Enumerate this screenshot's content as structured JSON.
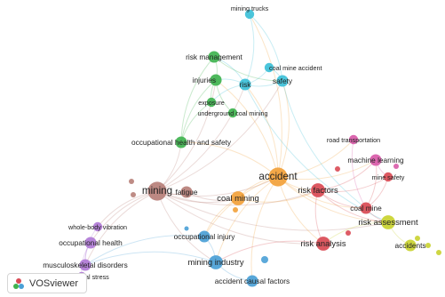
{
  "app": {
    "name": "VOSviewer"
  },
  "clusters": {
    "red": "#d94a54",
    "green": "#3fb34f",
    "blue": "#4aa0d6",
    "yellow": "#c9d22f",
    "purple": "#b07ad6",
    "cyan": "#3cc0d8",
    "orange": "#f2a13a",
    "brown": "#b77f78",
    "pink": "#d85aa8"
  },
  "nodes": [
    {
      "id": "mining-trucks",
      "label": "mining trucks",
      "cluster": "cyan",
      "weight": 2
    },
    {
      "id": "risk-management",
      "label": "risk management",
      "cluster": "green",
      "weight": 3
    },
    {
      "id": "coal-mine-accident",
      "label": "coal  mine accident",
      "cluster": "cyan",
      "weight": 2
    },
    {
      "id": "injuries",
      "label": "injuries",
      "cluster": "green",
      "weight": 3
    },
    {
      "id": "risk",
      "label": "risk",
      "cluster": "cyan",
      "weight": 3
    },
    {
      "id": "safety",
      "label": "safety",
      "cluster": "cyan",
      "weight": 3
    },
    {
      "id": "exposure",
      "label": "exposure",
      "cluster": "green",
      "weight": 2
    },
    {
      "id": "underground-coal-mining",
      "label": "underground coal mining",
      "cluster": "green",
      "weight": 2
    },
    {
      "id": "occupational-health-and-safety",
      "label": "occupational health and safety",
      "cluster": "green",
      "weight": 3
    },
    {
      "id": "road-transportation",
      "label": "road transportation",
      "cluster": "pink",
      "weight": 2
    },
    {
      "id": "accident",
      "label": "accident",
      "cluster": "orange",
      "weight": 6
    },
    {
      "id": "machine-learning",
      "label": "machine learning",
      "cluster": "pink",
      "weight": 3
    },
    {
      "id": "mine-safety",
      "label": "mine safety",
      "cluster": "red",
      "weight": 2
    },
    {
      "id": "mining",
      "label": "mining",
      "cluster": "brown",
      "weight": 6
    },
    {
      "id": "fatigue",
      "label": "fatigue",
      "cluster": "brown",
      "weight": 3
    },
    {
      "id": "coal-mining",
      "label": "coal mining",
      "cluster": "orange",
      "weight": 4
    },
    {
      "id": "risk-factors",
      "label": "risk factors",
      "cluster": "red",
      "weight": 4
    },
    {
      "id": "coal-mine",
      "label": "coal mine",
      "cluster": "red",
      "weight": 3
    },
    {
      "id": "risk-assessment",
      "label": "risk assessment",
      "cluster": "yellow",
      "weight": 4
    },
    {
      "id": "whole-body-vibration",
      "label": "whole-body vibration",
      "cluster": "purple",
      "weight": 2
    },
    {
      "id": "occupational-injury",
      "label": "occupational injury",
      "cluster": "blue",
      "weight": 3
    },
    {
      "id": "occupational-health",
      "label": "occupational health",
      "cluster": "purple",
      "weight": 3
    },
    {
      "id": "risk-analysis",
      "label": "risk analysis",
      "cluster": "red",
      "weight": 4
    },
    {
      "id": "accidents",
      "label": "accidents",
      "cluster": "yellow",
      "weight": 3
    },
    {
      "id": "musculoskeletal-disorders",
      "label": "musculoskeletal disorders",
      "cluster": "purple",
      "weight": 3
    },
    {
      "id": "mining-industry",
      "label": "mining industry",
      "cluster": "blue",
      "weight": 4
    },
    {
      "id": "occupational-stress",
      "label": "occupational stress",
      "cluster": "purple",
      "weight": 2
    },
    {
      "id": "accident-causal-factors",
      "label": "accident causal factors",
      "cluster": "blue",
      "weight": 3
    }
  ],
  "edges": [
    [
      "mining",
      "accident"
    ],
    [
      "mining",
      "coal-mining"
    ],
    [
      "mining",
      "risk-factors"
    ],
    [
      "mining",
      "occupational-health-and-safety"
    ],
    [
      "mining",
      "injuries"
    ],
    [
      "mining",
      "whole-body-vibration"
    ],
    [
      "mining",
      "mining-industry"
    ],
    [
      "mining",
      "occupational-health"
    ],
    [
      "mining",
      "risk"
    ],
    [
      "mining",
      "risk-assessment"
    ],
    [
      "mining",
      "safety"
    ],
    [
      "mining",
      "musculoskeletal-disorders"
    ],
    [
      "accident",
      "coal-mining"
    ],
    [
      "accident",
      "risk-factors"
    ],
    [
      "accident",
      "risk"
    ],
    [
      "accident",
      "safety"
    ],
    [
      "accident",
      "coal-mine"
    ],
    [
      "accident",
      "risk-assessment"
    ],
    [
      "accident",
      "occupational-health-and-safety"
    ],
    [
      "accident",
      "mining-industry"
    ],
    [
      "accident",
      "accident-causal-factors"
    ],
    [
      "accident",
      "road-transportation"
    ],
    [
      "accident",
      "machine-learning"
    ],
    [
      "accident",
      "risk-analysis"
    ],
    [
      "accident",
      "injuries"
    ],
    [
      "accident",
      "mining-trucks"
    ],
    [
      "accident",
      "occupational-injury"
    ],
    [
      "risk",
      "safety"
    ],
    [
      "risk",
      "injuries"
    ],
    [
      "risk",
      "risk-management"
    ],
    [
      "risk",
      "coal-mine-accident"
    ],
    [
      "risk",
      "mining-trucks"
    ],
    [
      "risk",
      "exposure"
    ],
    [
      "risk",
      "risk-assessment"
    ],
    [
      "injuries",
      "risk-management"
    ],
    [
      "injuries",
      "exposure"
    ],
    [
      "injuries",
      "underground-coal-mining"
    ],
    [
      "injuries",
      "occupational-health-and-safety"
    ],
    [
      "safety",
      "coal-mine-accident"
    ],
    [
      "safety",
      "mining-trucks"
    ],
    [
      "safety",
      "coal-mine"
    ],
    [
      "risk-management",
      "occupational-health-and-safety"
    ],
    [
      "risk-management",
      "safety"
    ],
    [
      "exposure",
      "occupational-health-and-safety"
    ],
    [
      "risk-factors",
      "coal-mine"
    ],
    [
      "risk-factors",
      "mine-safety"
    ],
    [
      "risk-factors",
      "machine-learning"
    ],
    [
      "risk-factors",
      "risk-assessment"
    ],
    [
      "risk-factors",
      "risk-analysis"
    ],
    [
      "coal-mine",
      "mine-safety"
    ],
    [
      "coal-mine",
      "machine-learning"
    ],
    [
      "coal-mine",
      "risk-assessment"
    ],
    [
      "risk-assessment",
      "accidents"
    ],
    [
      "risk-assessment",
      "risk-analysis"
    ],
    [
      "risk-analysis",
      "mining-industry"
    ],
    [
      "mining-industry",
      "accident-causal-factors"
    ],
    [
      "mining-industry",
      "occupational-injury"
    ],
    [
      "mining-industry",
      "musculoskeletal-disorders"
    ],
    [
      "occupational-health",
      "musculoskeletal-disorders"
    ],
    [
      "occupational-health",
      "occupational-stress"
    ],
    [
      "whole-body-vibration",
      "musculoskeletal-disorders"
    ],
    [
      "coal-mining",
      "occupational-injury"
    ],
    [
      "coal-mining",
      "risk-factors"
    ],
    [
      "fatigue",
      "coal-mining"
    ],
    [
      "mining",
      "fatigue"
    ],
    [
      "road-transportation",
      "coal-mine"
    ],
    [
      "machine-learning",
      "mine-safety"
    ],
    [
      "mining",
      "risk-analysis"
    ],
    [
      "occupational-injury",
      "musculoskeletal-disorders"
    ]
  ]
}
